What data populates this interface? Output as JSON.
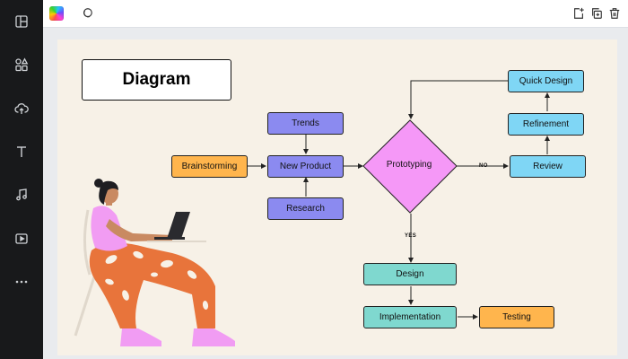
{
  "canvas": {
    "title": "Diagram",
    "nodes": {
      "trends": "Trends",
      "brainstorming": "Brainstorming",
      "new_product": "New Product",
      "research": "Research",
      "prototyping": "Prototyping",
      "quick_design": "Quick Design",
      "refinement": "Refinement",
      "review": "Review",
      "design": "Design",
      "implementation": "Implementation",
      "testing": "Testing"
    },
    "edge_labels": {
      "no": "NO",
      "yes": "YES"
    }
  },
  "colors": {
    "purple": "#8b8af0",
    "orange": "#ffb54d",
    "blue": "#7fd6f5",
    "teal": "#7fd8cf",
    "pink": "#f598f7",
    "person_pants": "#e8743b",
    "sidebar": "#18191b"
  },
  "icons": {
    "sidebar": [
      "layout-icon",
      "elements-icon",
      "upload-icon",
      "text-icon",
      "music-icon",
      "video-icon",
      "more-icon"
    ],
    "topbar": [
      "color-swatch",
      "layers-icon",
      "add-page-icon",
      "duplicate-page-icon",
      "delete-icon"
    ]
  }
}
